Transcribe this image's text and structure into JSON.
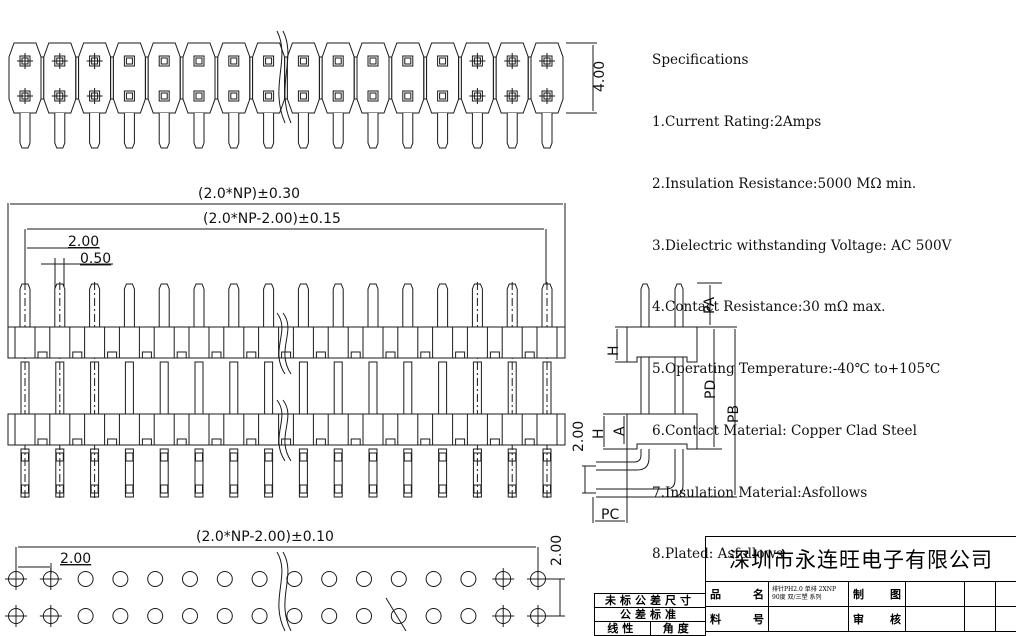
{
  "drawing": {
    "type": "pin-header-engineering-drawing",
    "pin_count_shown": 16,
    "break_symbol_after_pin": 8
  },
  "specifications": {
    "title": "Specifications",
    "items": [
      "1.Current Rating:2Amps",
      "2.Insulation Resistance:5000 MΩ min.",
      "3.Dielectric withstanding Voltage: AC 500V",
      "4.Contact Resistance:30 mΩ max.",
      "5.Operating Temperature:-40℃ to+105℃",
      "6.Contact Material: Copper Clad Steel",
      "7.Insulation Material:Asfollows",
      "8.Plated: Asfollows"
    ]
  },
  "dimensions": {
    "top_view_height": "4.00",
    "overall_length": "(2.0*NP)±0.30",
    "pitch_span": "(2.0*NP-2.00)±0.15",
    "pitch": "2.00",
    "pin_width": "0.50",
    "row_spacing_side": "2.00",
    "side_labels": [
      "PA",
      "H",
      "PD",
      "PB",
      "H",
      "A",
      "PC"
    ],
    "footprint_span": "(2.0*NP-2.00)±0.10",
    "footprint_pitch": "2.00",
    "footprint_row_spacing": "2.00"
  },
  "title_block": {
    "company": "深圳市永连旺电子有限公司",
    "product_name_label": [
      "品",
      "名"
    ],
    "product_name_value": [
      "排针PH2.0 单排 2XNP",
      "90度 双/三塑 系列"
    ],
    "part_no_label": [
      "料",
      "号"
    ],
    "part_no_value": "",
    "drawn_label": [
      "制",
      "图"
    ],
    "drawn_value": "",
    "checked_label": [
      "审",
      "核"
    ],
    "checked_value": ""
  },
  "tolerance_block": {
    "line1": "未标公差尺寸",
    "line2": "公差标准",
    "col1": "线性",
    "col2": "角度"
  }
}
